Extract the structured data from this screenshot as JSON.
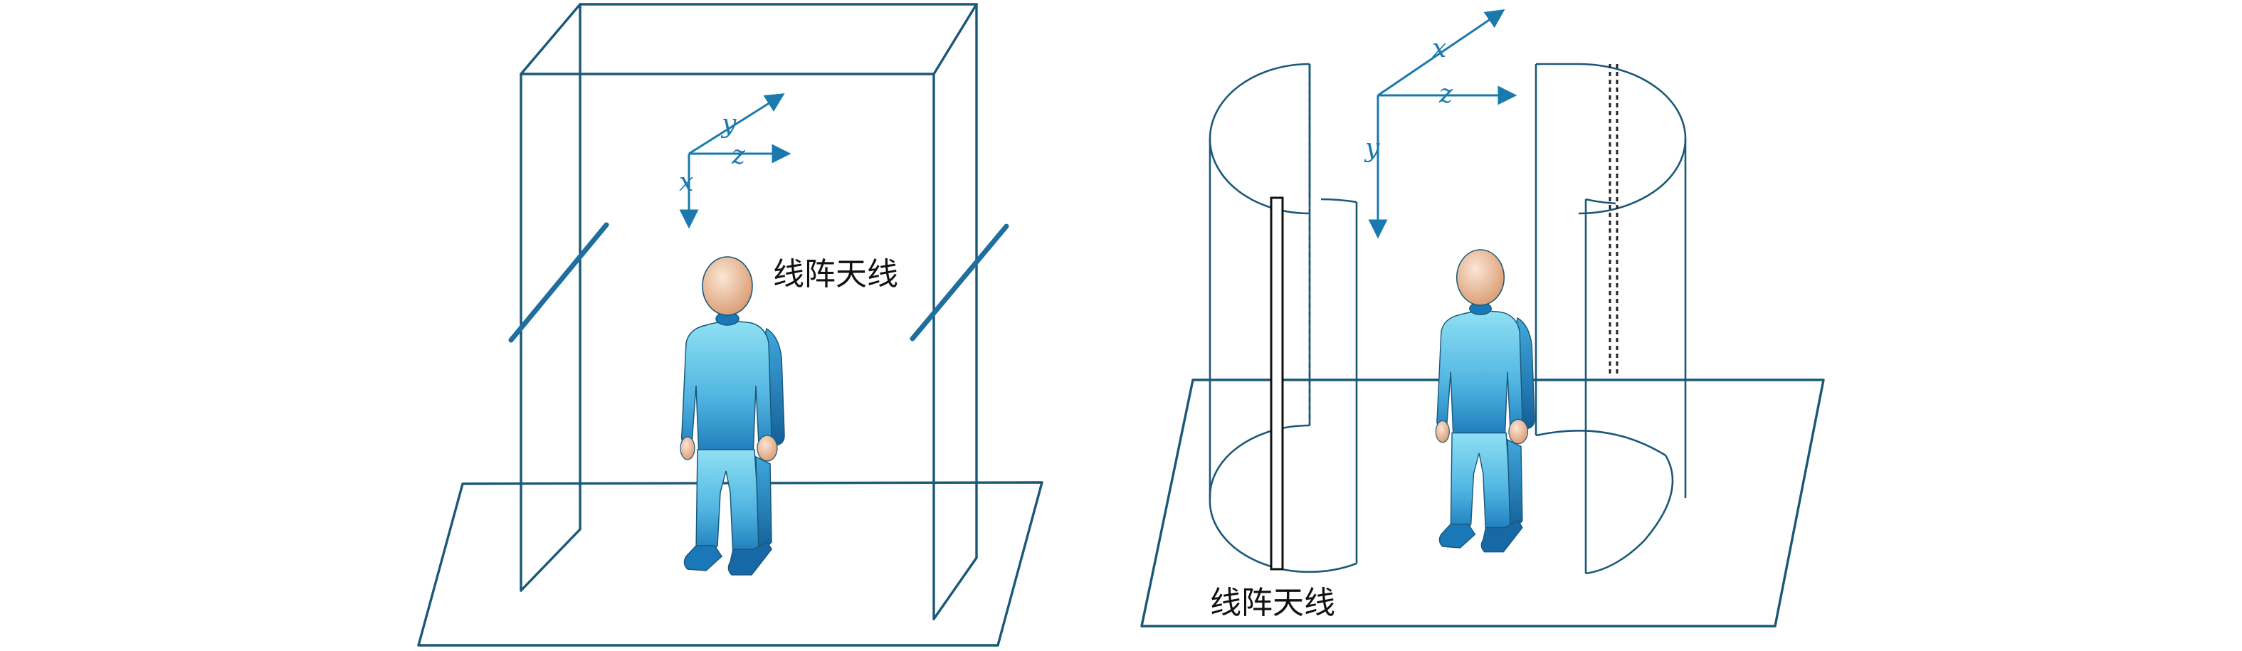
{
  "left_panel": {
    "antenna_label": "线阵天线",
    "axes": {
      "x": "x",
      "y": "y",
      "z": "z"
    }
  },
  "right_panel": {
    "antenna_label": "线阵天线",
    "axes": {
      "x": "x",
      "y": "y",
      "z": "z"
    }
  },
  "colors": {
    "frame": "#1b5878",
    "axis": "#1a7aae",
    "antenna": "#1e6e9e",
    "body_light": "#8fe0f4",
    "body_dark": "#1a78b8",
    "skin": "#e8b48e"
  }
}
